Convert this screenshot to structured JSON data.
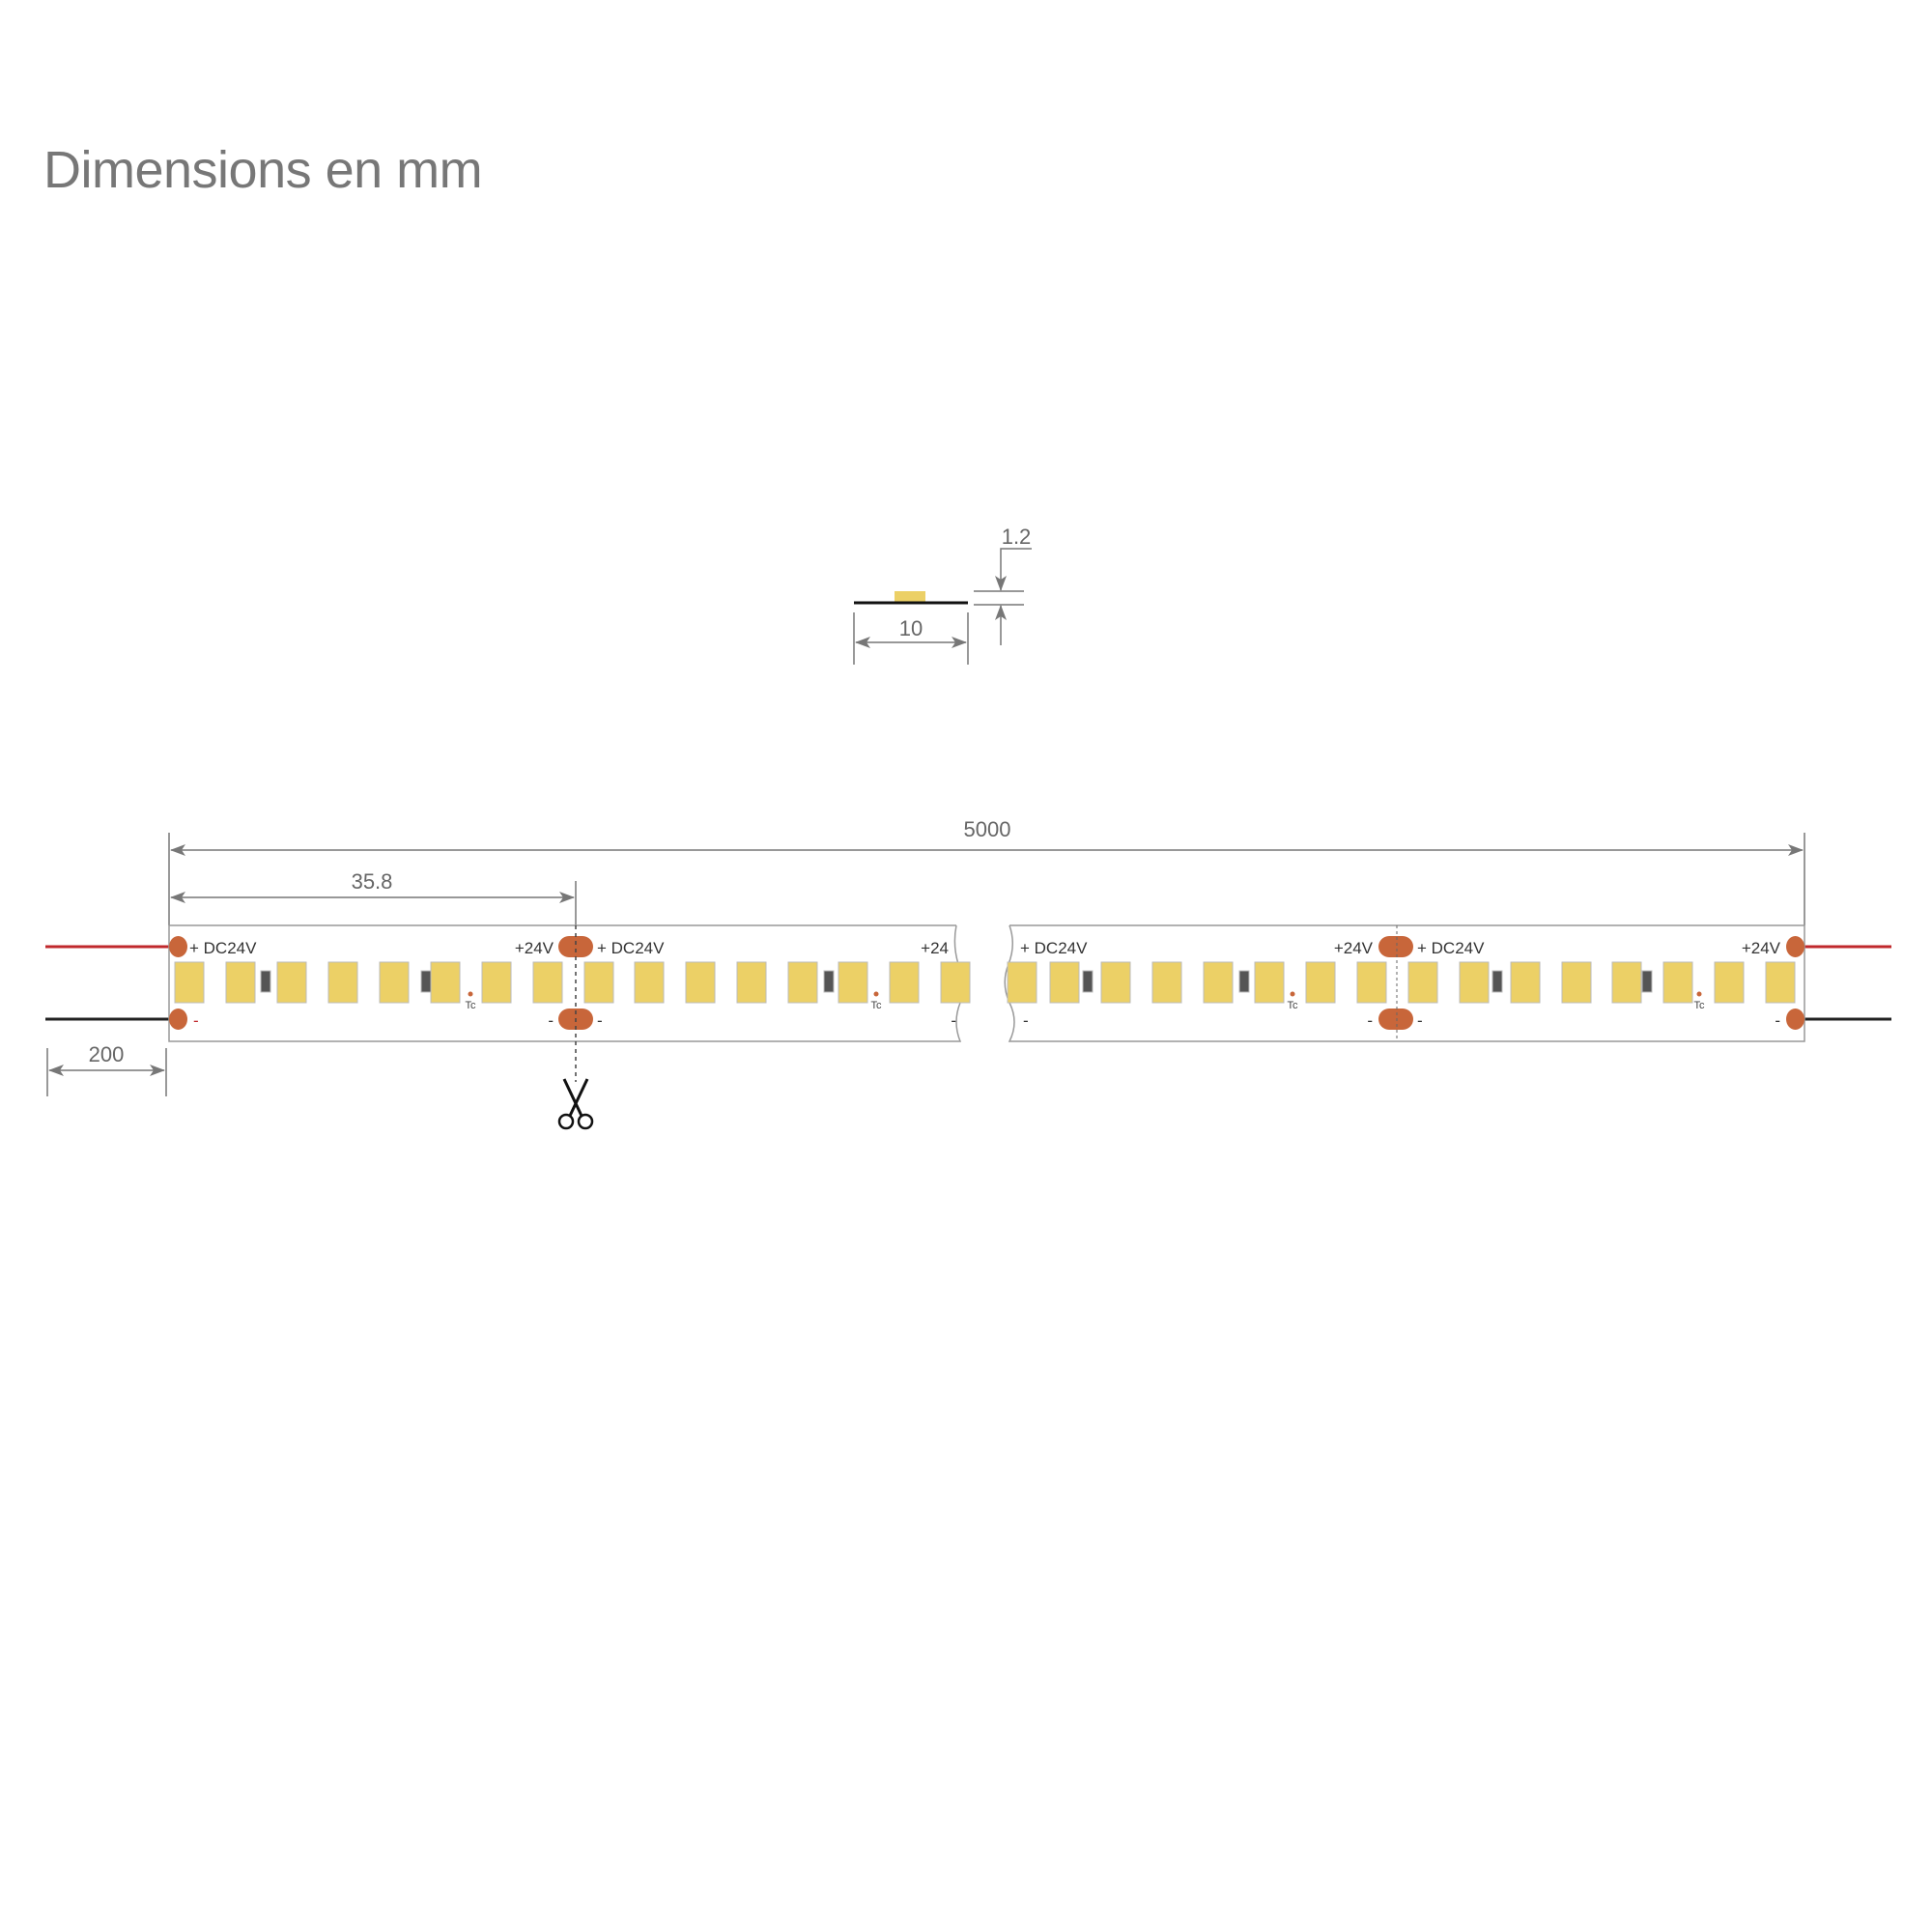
{
  "title": "Dimensions en mm",
  "dimensions": {
    "thickness": "1.2",
    "width": "10",
    "total_length": "5000",
    "cut_interval": "35.8",
    "cable_length": "200"
  },
  "strip_labels": {
    "input_voltage": "+ DC24V",
    "segment_voltage": "+24V",
    "truncated_voltage": "+24",
    "negative": "-",
    "thermal_point": "Tc"
  },
  "colors": {
    "led": "#ecd066",
    "pad": "#c8663a",
    "red_wire": "#c0282c",
    "black_wire": "#222222",
    "dimension_line": "#777777"
  },
  "icons": {
    "cut_mark": "scissors-icon"
  }
}
